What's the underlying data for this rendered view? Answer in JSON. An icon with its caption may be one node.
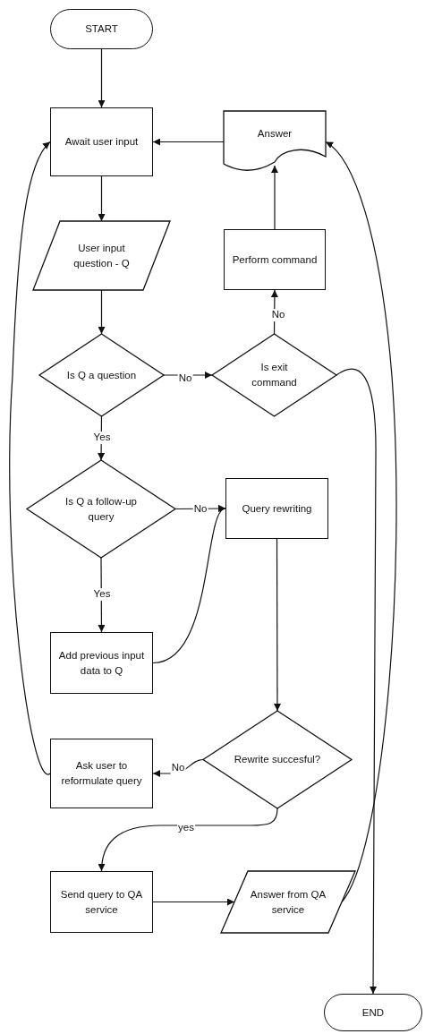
{
  "diagram": {
    "nodes": [
      {
        "text": [
          "START"
        ]
      },
      {
        "text": [
          "Await user input"
        ]
      },
      {
        "text": [
          "Answer"
        ]
      },
      {
        "text": [
          "User input question - Q"
        ]
      },
      {
        "text": [
          "Perform command"
        ]
      },
      {
        "text": [
          "Is Q a question"
        ]
      },
      {
        "text": [
          "Is exit command"
        ]
      },
      {
        "text": [
          "Is Q a follow-up query"
        ]
      },
      {
        "text": [
          "Query rewriting"
        ]
      },
      {
        "text": [
          "Add previous input data to Q"
        ]
      },
      {
        "text": [
          "Rewrite succesful?"
        ]
      },
      {
        "text": [
          "Ask user to reformulate query"
        ]
      },
      {
        "text": [
          "Send query to QA service"
        ]
      },
      {
        "text": [
          "Answer from QA service"
        ]
      },
      {
        "text": [
          "END"
        ]
      }
    ],
    "edges": [
      {
        "from": 0,
        "to": 1,
        "arrow": "to"
      },
      {
        "from": 2,
        "to": 1,
        "arrow": "to"
      },
      {
        "from": 1,
        "to": 3,
        "arrow": "to"
      },
      {
        "from": 4,
        "to": 2,
        "arrow": "to"
      },
      {
        "from": 3,
        "to": 5,
        "arrow": "to"
      },
      {
        "from": 6,
        "to": 4,
        "arrow": "to",
        "label": "No"
      },
      {
        "from": 5,
        "to": 6,
        "arrow": "to",
        "label": "No"
      },
      {
        "from": 5,
        "to": 7,
        "arrow": "to",
        "label": "Yes"
      },
      {
        "from": 7,
        "to": 8,
        "arrow": "to",
        "label": "No"
      },
      {
        "from": 7,
        "to": 9,
        "arrow": "to",
        "label": "Yes"
      },
      {
        "from": 9,
        "to": 8,
        "arrow": "to"
      },
      {
        "from": 8,
        "to": 10,
        "arrow": "to"
      },
      {
        "from": 10,
        "to": 11,
        "arrow": "to",
        "label": "No"
      },
      {
        "from": 10,
        "to": 12,
        "arrow": "to",
        "label": "yes"
      },
      {
        "from": 12,
        "to": 13,
        "arrow": "to"
      },
      {
        "from": 11,
        "to": 1,
        "arrow": "to"
      },
      {
        "from": 13,
        "to": 2,
        "arrow": "to"
      },
      {
        "from": 6,
        "to": 14,
        "arrow": "to"
      }
    ]
  }
}
